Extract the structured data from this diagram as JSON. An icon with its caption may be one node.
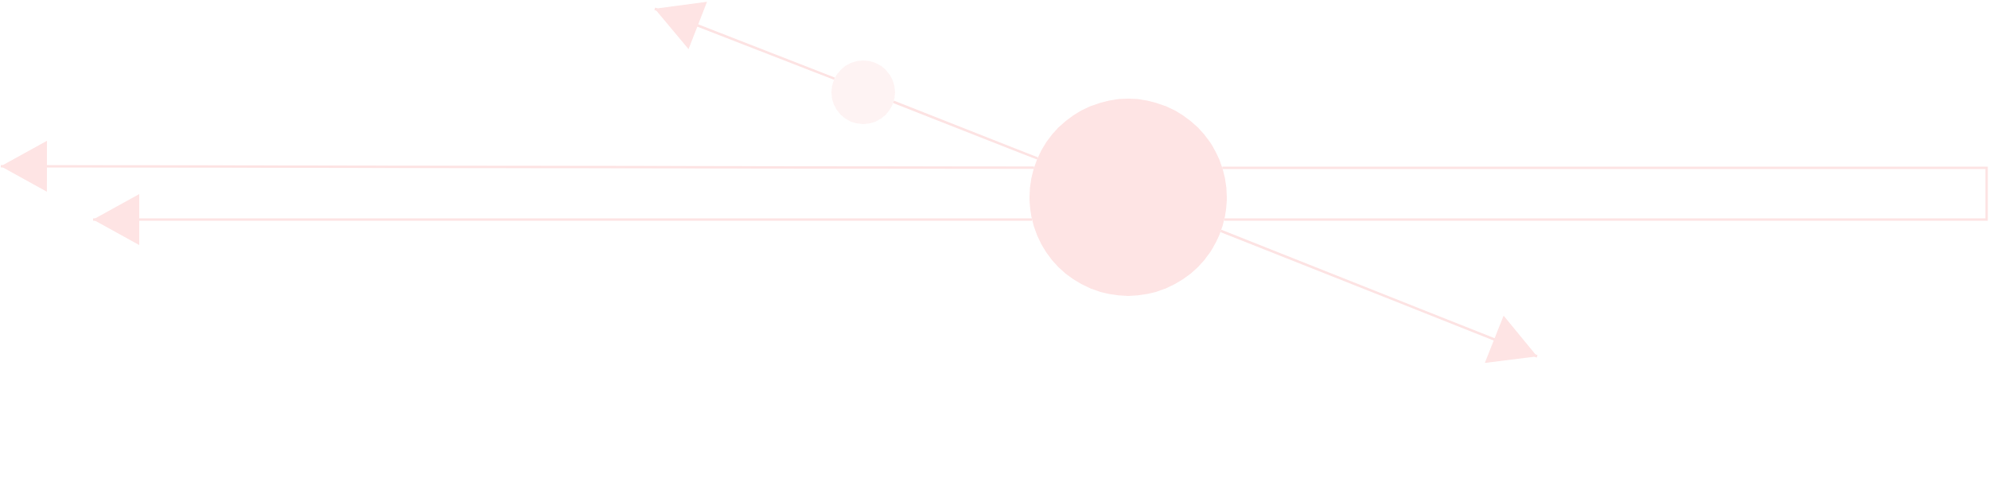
{
  "diagram": {
    "nodes": [
      {
        "text": [],
        "shape": "circle"
      },
      {
        "text": [],
        "shape": "circle"
      }
    ],
    "edges": [
      {
        "from": 0,
        "to": null,
        "arrow": "to"
      },
      {
        "from": 1,
        "to": 0,
        "arrow": "none"
      },
      {
        "from": 1,
        "to": null,
        "arrow": "to"
      },
      {
        "from": 1,
        "to": null,
        "arrow": "to"
      },
      {
        "from": 1,
        "to": null,
        "arrow": "to"
      },
      {
        "from": 1,
        "to": 1,
        "arrow": "none"
      }
    ]
  }
}
